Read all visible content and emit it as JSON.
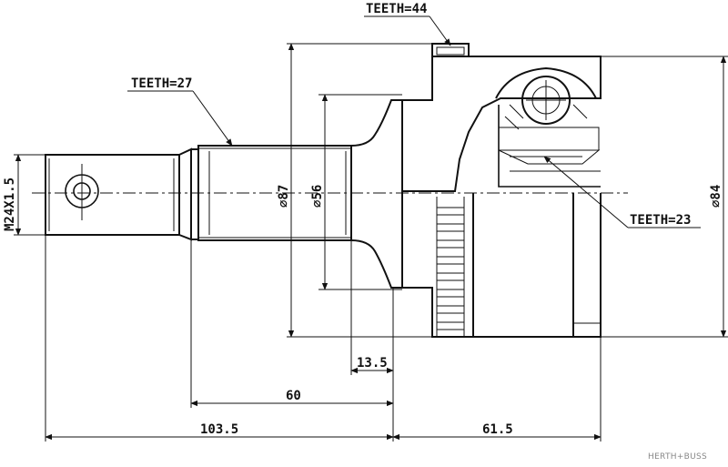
{
  "labels": {
    "teeth_outer": "TEETH=44",
    "teeth_shaft": "TEETH=27",
    "teeth_inner": "TEETH=23",
    "thread": "M24X1.5",
    "dia_87": "⌀87",
    "dia_56": "⌀56",
    "dia_84": "⌀84",
    "dim_13_5": "13.5",
    "dim_60": "60",
    "dim_103_5": "103.5",
    "dim_61_5": "61.5"
  },
  "watermark": "HERTH+BUSS"
}
